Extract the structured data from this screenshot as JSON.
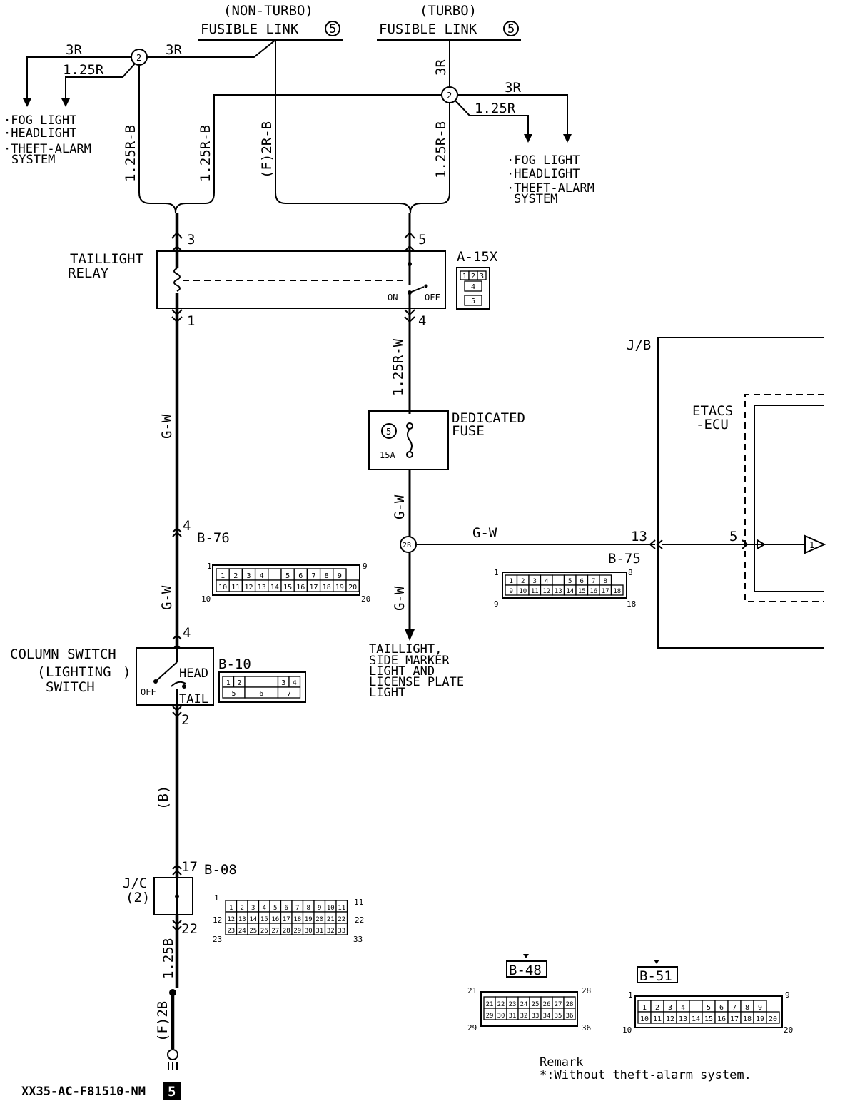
{
  "header": {
    "non_turbo_label": "(NON-TURBO)",
    "turbo_label": "(TURBO)",
    "fusible_link_label": "FUSIBLE LINK",
    "fusible_link_number": "5"
  },
  "wires": {
    "w_3r": "3R",
    "w_125r": "1.25R",
    "w_125rb": "1.25R-B",
    "w_f2rb": "(F)2R-B",
    "w_125rw": "1.25R-W",
    "w_gw": "G-W",
    "w_b": "(B)",
    "w_125b": "1.25B",
    "w_f2b": "(F)2B"
  },
  "splices": {
    "s2": "2",
    "s2b": "2B"
  },
  "loads": {
    "fog_light": "·FOG LIGHT",
    "headlight": "·HEADLIGHT",
    "theft_alarm_1": "·THEFT-ALARM",
    "theft_alarm_2": "SYSTEM",
    "tail_1": "TAILLIGHT,",
    "tail_2": "SIDE MARKER",
    "tail_3": "LIGHT AND",
    "tail_4": "LICENSE PLATE",
    "tail_5": "LIGHT"
  },
  "relay": {
    "title_1": "TAILLIGHT",
    "title_2": "RELAY",
    "pin3": "3",
    "pin5": "5",
    "pin1": "1",
    "pin4": "4",
    "on": "ON",
    "off": "OFF",
    "connector": "A-15X",
    "c1": "1",
    "c2": "2",
    "c3": "3",
    "c4": "4",
    "c5": "5"
  },
  "fuse": {
    "title_1": "DEDICATED",
    "title_2": "FUSE",
    "number": "5",
    "rating": "15A"
  },
  "jb": {
    "label": "J/B",
    "ecu_1": "ETACS",
    "ecu_2": "-ECU",
    "pin13": "13",
    "pin5": "5",
    "connector": "B-75",
    "output": "1"
  },
  "column_switch": {
    "title_1": "COLUMN SWITCH",
    "title_2": "LIGHTING",
    "title_3": "SWITCH",
    "head": "HEAD",
    "off": "OFF",
    "tail": "TAIL",
    "pin4": "4",
    "pin2": "2",
    "connector": "B-10"
  },
  "b76": {
    "label": "B-76",
    "pin": "4"
  },
  "jc": {
    "title_1": "J/C",
    "title_2": "(2)",
    "pin17": "17",
    "pin22": "22",
    "connector": "B-08"
  },
  "connectors": {
    "b48": "B-48",
    "b51": "B-51"
  },
  "remark": {
    "title": "Remark",
    "text": "*:Without theft-alarm system."
  },
  "footer": {
    "code": "XX35-AC-F81510-NM",
    "page": "5"
  }
}
